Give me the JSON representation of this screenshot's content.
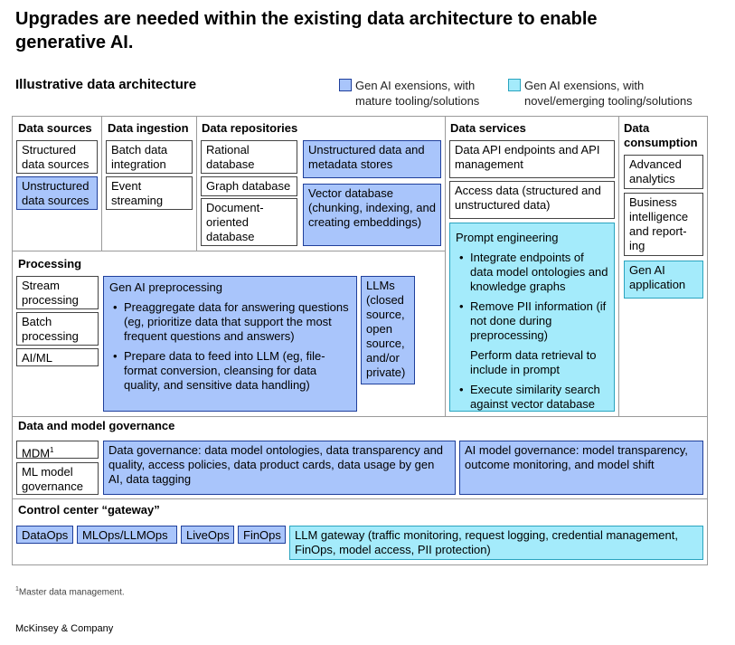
{
  "title": "Upgrades are needed within the existing data architecture to enable generative AI.",
  "subtitle": "Illustrative data architecture",
  "legend": {
    "mature": "Gen AI exensions, with mature tooling/solutions",
    "novel": "Gen AI exensions, with novel/emerging tooling/solutions"
  },
  "colors": {
    "mature": "#a9c5fb",
    "novel": "#a4ebfb"
  },
  "sections": {
    "data_sources": {
      "title": "Data sources",
      "structured": "Structured data sources",
      "unstructured": "Unstructured data sources"
    },
    "data_ingestion": {
      "title": "Data ingestion",
      "batch": "Batch data integration",
      "event": "Event streaming"
    },
    "data_repositories": {
      "title": "Data repositories",
      "rational": "Rational database",
      "graph": "Graph database",
      "document": "Document-oriented database",
      "unstructured_stores": "Unstructured data and metadata stores",
      "vector": "Vector database (chunking, indexing, and creating embeddings)"
    },
    "data_services": {
      "title": "Data services",
      "api": "Data API endpoints and API management",
      "access": "Access data (structured and unstructured data)",
      "prompt": {
        "title": "Prompt engineering",
        "items": [
          "Integrate endpoints of data model ontologies and knowledge graphs",
          "Remove PII information (if not done during preprocessing)",
          "Perform data retrieval to include in prompt",
          "Execute similarity search against vector database"
        ]
      }
    },
    "data_consumption": {
      "title": "Data consumption",
      "analytics": "Advanced analytics",
      "bi": "Business intelligence and report-ing",
      "genai": "Gen AI application"
    },
    "processing": {
      "title": "Processing",
      "stream": "Stream processing",
      "batch": "Batch processing",
      "aiml": "AI/ML",
      "preprocessing": {
        "title": "Gen AI preprocessing",
        "items": [
          "Preaggregate data for answering questions (eg, prioritize data that support the most frequent questions and answers)",
          "Prepare data to feed into LLM (eg, file-format conversion, cleansing for data quality, and sensitive data handling)"
        ]
      },
      "llms": "LLMs (closed source, open source, and/or private)"
    },
    "governance": {
      "title": "Data and model governance",
      "mdm": "MDM",
      "mdm_sup": "1",
      "ml_model": "ML model governance",
      "data_gov": "Data governance: data model ontologies, data transparency and quality, access policies, data product cards, data usage by gen AI, data tagging",
      "ai_gov": "AI model governance: model transparency, outcome monitoring, and model shift"
    },
    "control": {
      "title": "Control center “gateway”",
      "ops": [
        "DataOps",
        "MLOps/LLMOps",
        "LiveOps",
        "FinOps"
      ],
      "gateway": "LLM gateway (traffic monitoring, request logging, credential management, FinOps, model access, PII protection)"
    }
  },
  "footnote": {
    "sup": "1",
    "text": "Master data management."
  },
  "brand": "McKinsey & Company"
}
